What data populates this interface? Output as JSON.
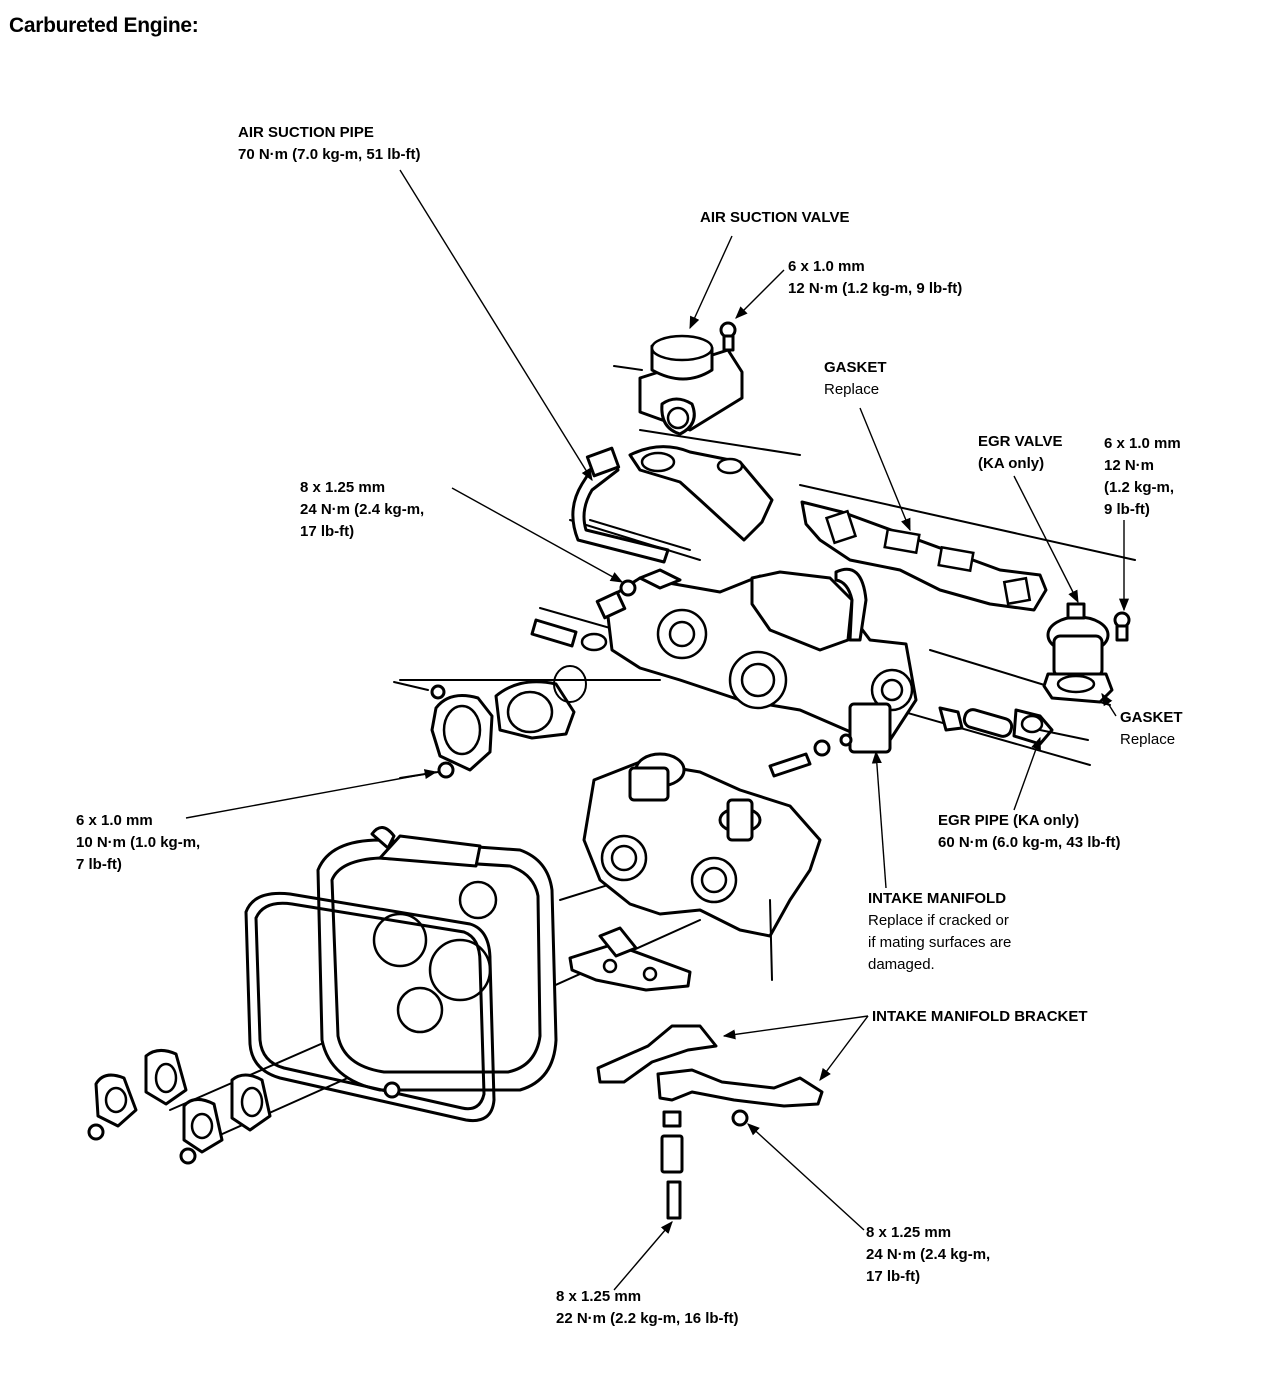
{
  "title": "Carbureted Engine:",
  "callouts": {
    "air_suction_pipe": {
      "name": "AIR SUCTION PIPE",
      "spec": "70 N·m (7.0 kg-m, 51 lb-ft)"
    },
    "air_suction_valve": {
      "name": "AIR SUCTION VALVE"
    },
    "bolt_asv": {
      "size": "6 x 1.0 mm",
      "spec": "12 N·m (1.2 kg-m, 9 lb-ft)"
    },
    "gasket_upper": {
      "name": "GASKET",
      "note": "Replace"
    },
    "egr_valve": {
      "name": "EGR VALVE",
      "note": "(KA only)"
    },
    "bolt_egr": {
      "size": "6 x 1.0 mm",
      "line2": "12 N·m",
      "line3": "(1.2 kg-m,",
      "line4": "9 lb-ft)"
    },
    "bolt_manifold_upper": {
      "size": "8 x 1.25 mm",
      "line2": "24 N·m (2.4 kg-m,",
      "line3": "17 lb-ft)"
    },
    "gasket_lower": {
      "name": "GASKET",
      "note": "Replace"
    },
    "bolt_left": {
      "size": "6 x 1.0 mm",
      "line2": "10 N·m (1.0 kg-m,",
      "line3": "7 lb-ft)"
    },
    "egr_pipe": {
      "name": "EGR PIPE (KA only)",
      "spec": "60 N·m (6.0 kg-m, 43 lb-ft)"
    },
    "intake_manifold": {
      "name": "INTAKE MANIFOLD",
      "line2": "Replace if cracked or",
      "line3": "if mating surfaces are",
      "line4": "damaged."
    },
    "intake_manifold_bracket": {
      "name": "INTAKE MANIFOLD BRACKET"
    },
    "bolt_bracket": {
      "size": "8 x 1.25 mm",
      "line2": "24 N·m (2.4 kg-m,",
      "line3": "17 lb-ft)"
    },
    "bolt_bottom": {
      "size": "8 x 1.25 mm",
      "spec": "22 N·m (2.2 kg-m, 16 lb-ft)"
    }
  }
}
